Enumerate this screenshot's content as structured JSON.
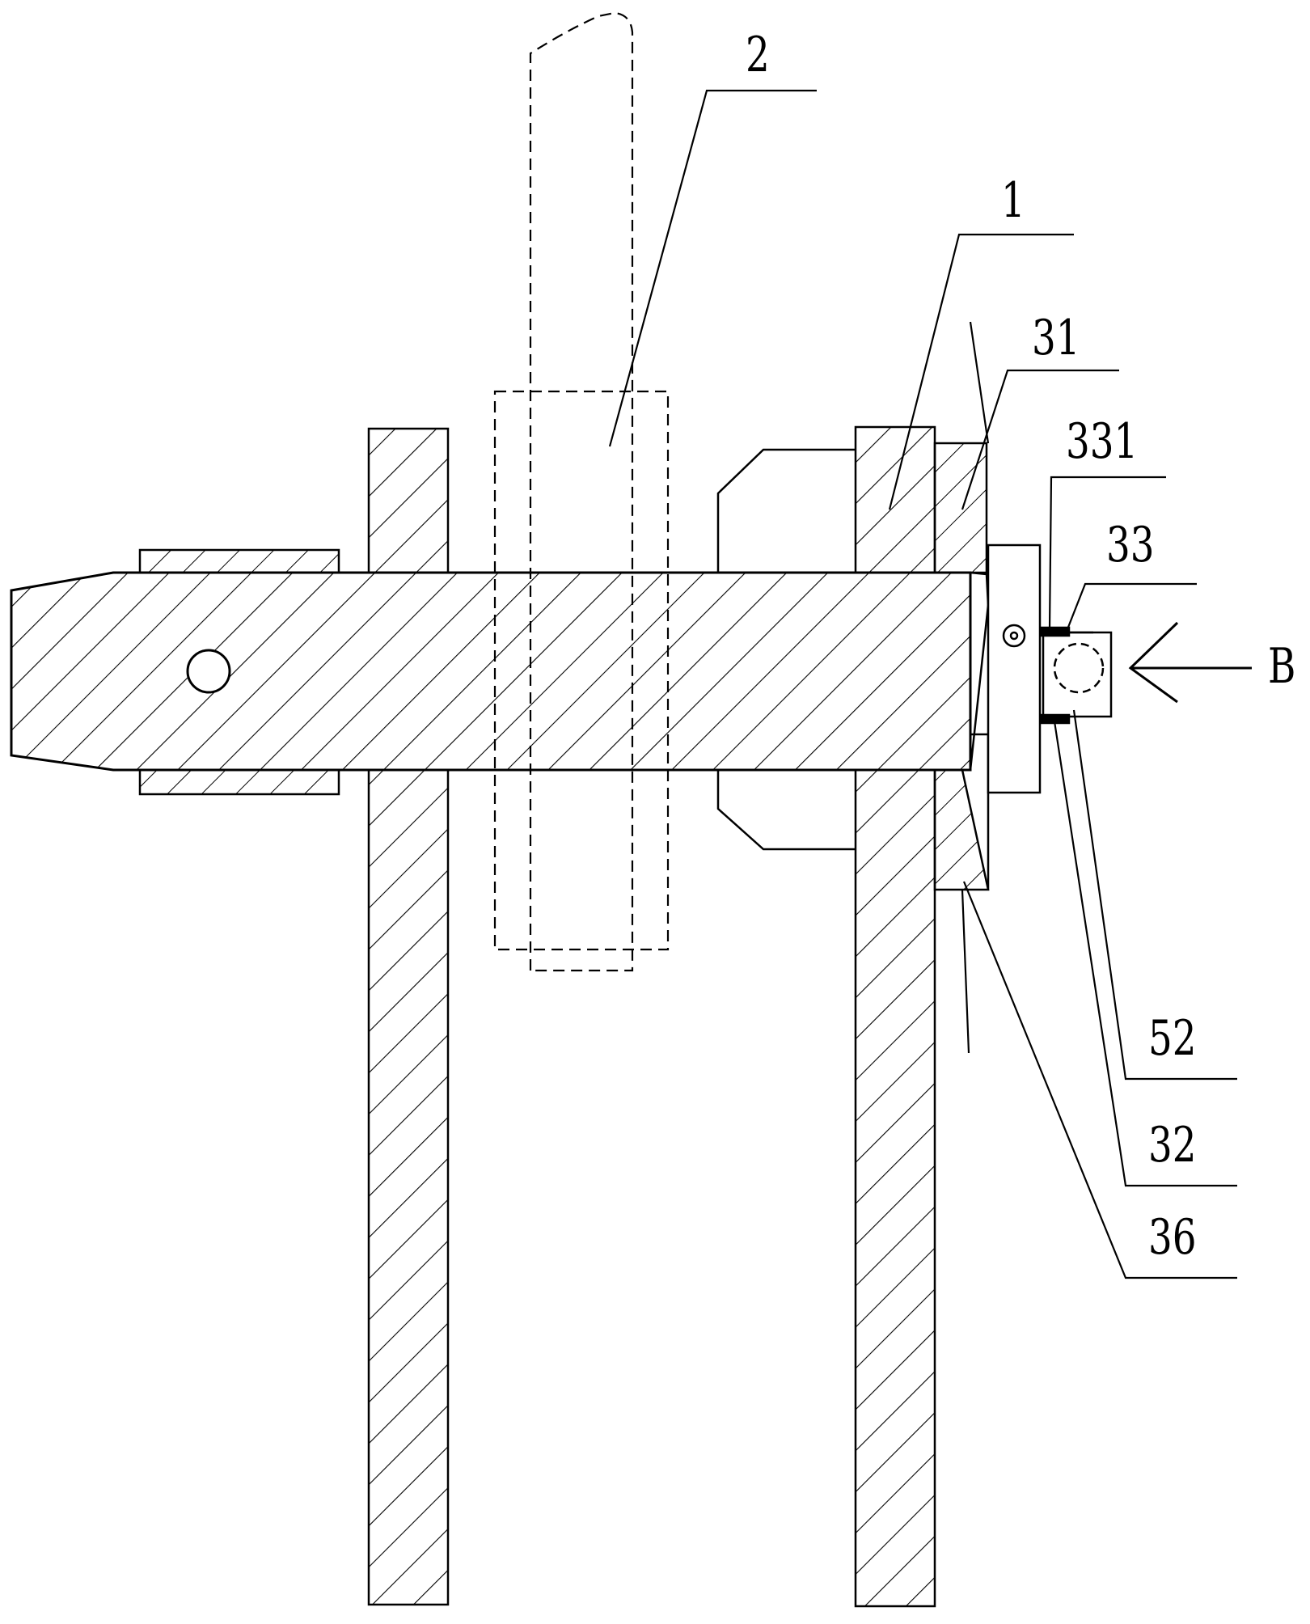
{
  "drawing": {
    "labels": {
      "part_2": "2",
      "part_1": "1",
      "part_31": "31",
      "part_331": "331",
      "part_33": "33",
      "view_b": "B",
      "part_52": "52",
      "part_32": "32",
      "part_36": "36"
    },
    "colors": {
      "line": "#000000",
      "background": "#ffffff"
    }
  }
}
